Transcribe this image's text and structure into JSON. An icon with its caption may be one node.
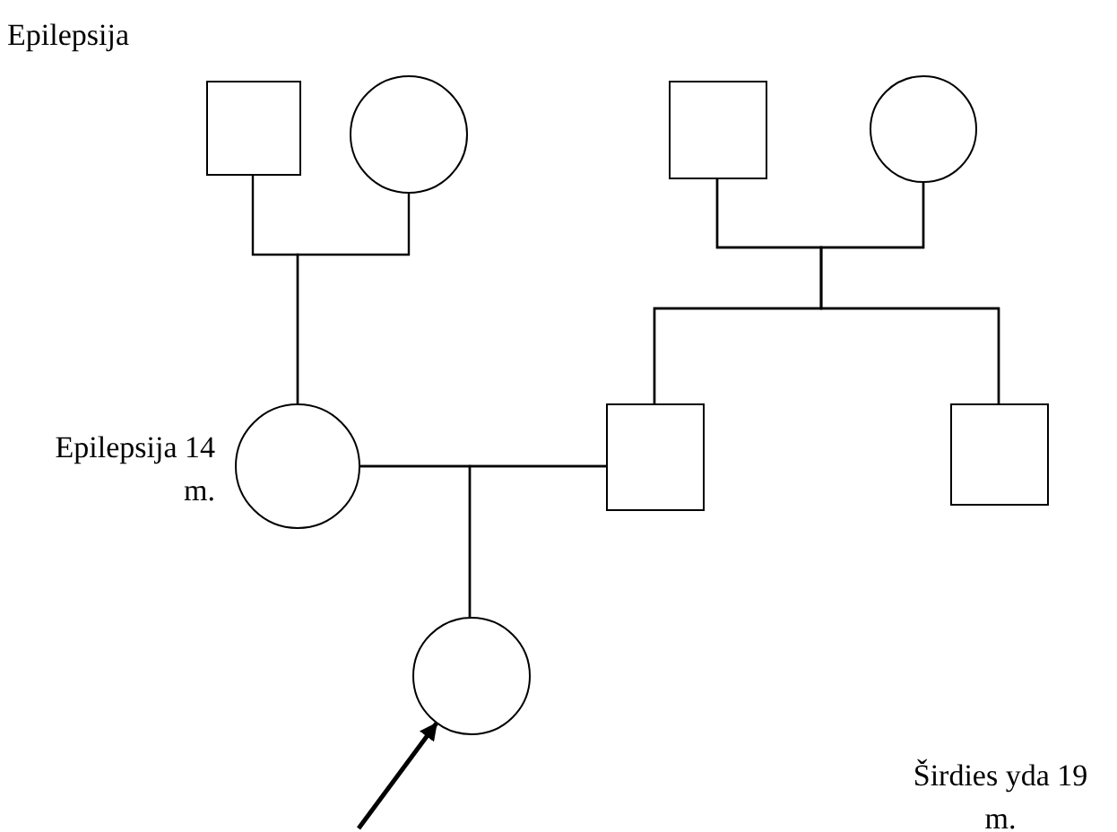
{
  "diagram": {
    "nodes": [
      {
        "text": [],
        "shape": "box",
        "beside": [
          "Epilepsija"
        ]
      },
      {
        "text": [],
        "shape": "circle"
      },
      {
        "text": [],
        "shape": "box"
      },
      {
        "text": [],
        "shape": "circle"
      },
      {
        "text": [],
        "shape": "circle",
        "beside": [
          "Epilepsija 14 m."
        ]
      },
      {
        "text": [],
        "shape": "box"
      },
      {
        "text": [],
        "shape": "box"
      },
      {
        "text": [],
        "shape": "circle"
      }
    ],
    "edges": [
      {
        "from": 0,
        "to": 4,
        "arrow": "none"
      },
      {
        "from": 1,
        "to": 4,
        "arrow": "none"
      },
      {
        "from": 2,
        "to": 5,
        "arrow": "none"
      },
      {
        "from": 3,
        "to": 5,
        "arrow": "none"
      },
      {
        "from": 2,
        "to": 6,
        "arrow": "none"
      },
      {
        "from": 3,
        "to": 6,
        "arrow": "none"
      },
      {
        "from": 4,
        "to": 5,
        "arrow": "none"
      },
      {
        "from": 4,
        "to": 7,
        "arrow": "none"
      },
      {
        "from": 5,
        "to": 7,
        "arrow": "none"
      },
      {
        "from": null,
        "to": 7,
        "arrow": "to"
      }
    ],
    "labels": [
      "Širdies yda 19 m."
    ]
  }
}
